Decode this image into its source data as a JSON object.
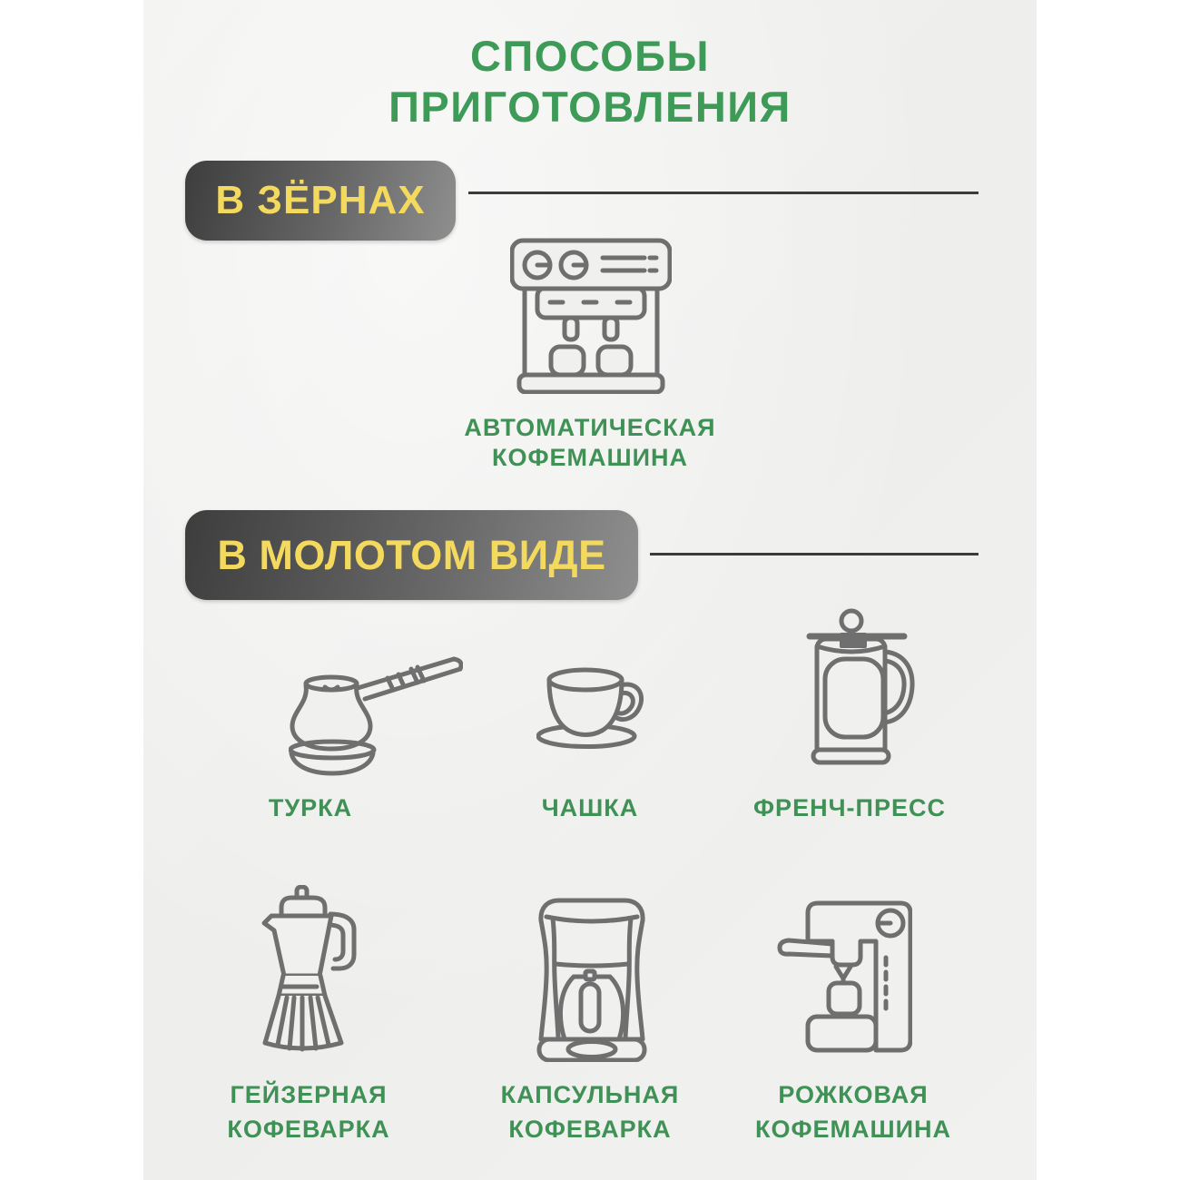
{
  "infographic": {
    "title": {
      "line1": "СПОСОБЫ",
      "line2": "ПРИГОТОВЛЕНИЯ"
    },
    "sections": [
      {
        "badge": "В ЗЁРНАХ",
        "items": [
          {
            "icon": "automatic-coffee-machine-icon",
            "label1": "АВТОМАТИЧЕСКАЯ",
            "label2": "КОФЕМАШИНА"
          }
        ]
      },
      {
        "badge": "В МОЛОТОМ ВИДЕ",
        "items": [
          {
            "icon": "turka-icon",
            "label1": "ТУРКА",
            "label2": ""
          },
          {
            "icon": "cup-icon",
            "label1": "ЧАШКА",
            "label2": ""
          },
          {
            "icon": "french-press-icon",
            "label1": "ФРЕНЧ-ПРЕСС",
            "label2": ""
          },
          {
            "icon": "geyser-coffee-maker-icon",
            "label1": "ГЕЙЗЕРНАЯ",
            "label2": "КОФЕВАРКА"
          },
          {
            "icon": "capsule-coffee-maker-icon",
            "label1": "КАПСУЛЬНАЯ",
            "label2": "КОФЕВАРКА"
          },
          {
            "icon": "espresso-machine-icon",
            "label1": "РОЖКОВАЯ",
            "label2": "КОФЕМАШИНА"
          }
        ]
      }
    ],
    "colors": {
      "page_background": "#ffffff",
      "paper_background": "#f0f0ee",
      "title_green": "#3d9b57",
      "caption_green": "#3f9156",
      "badge_text_yellow": "#f3d95e",
      "badge_gradient_dark": "#3d3d3d",
      "badge_gradient_light": "#8f8f8f",
      "divider_line": "#3b3b3b",
      "icon_stroke": "#6f6f6f"
    }
  }
}
